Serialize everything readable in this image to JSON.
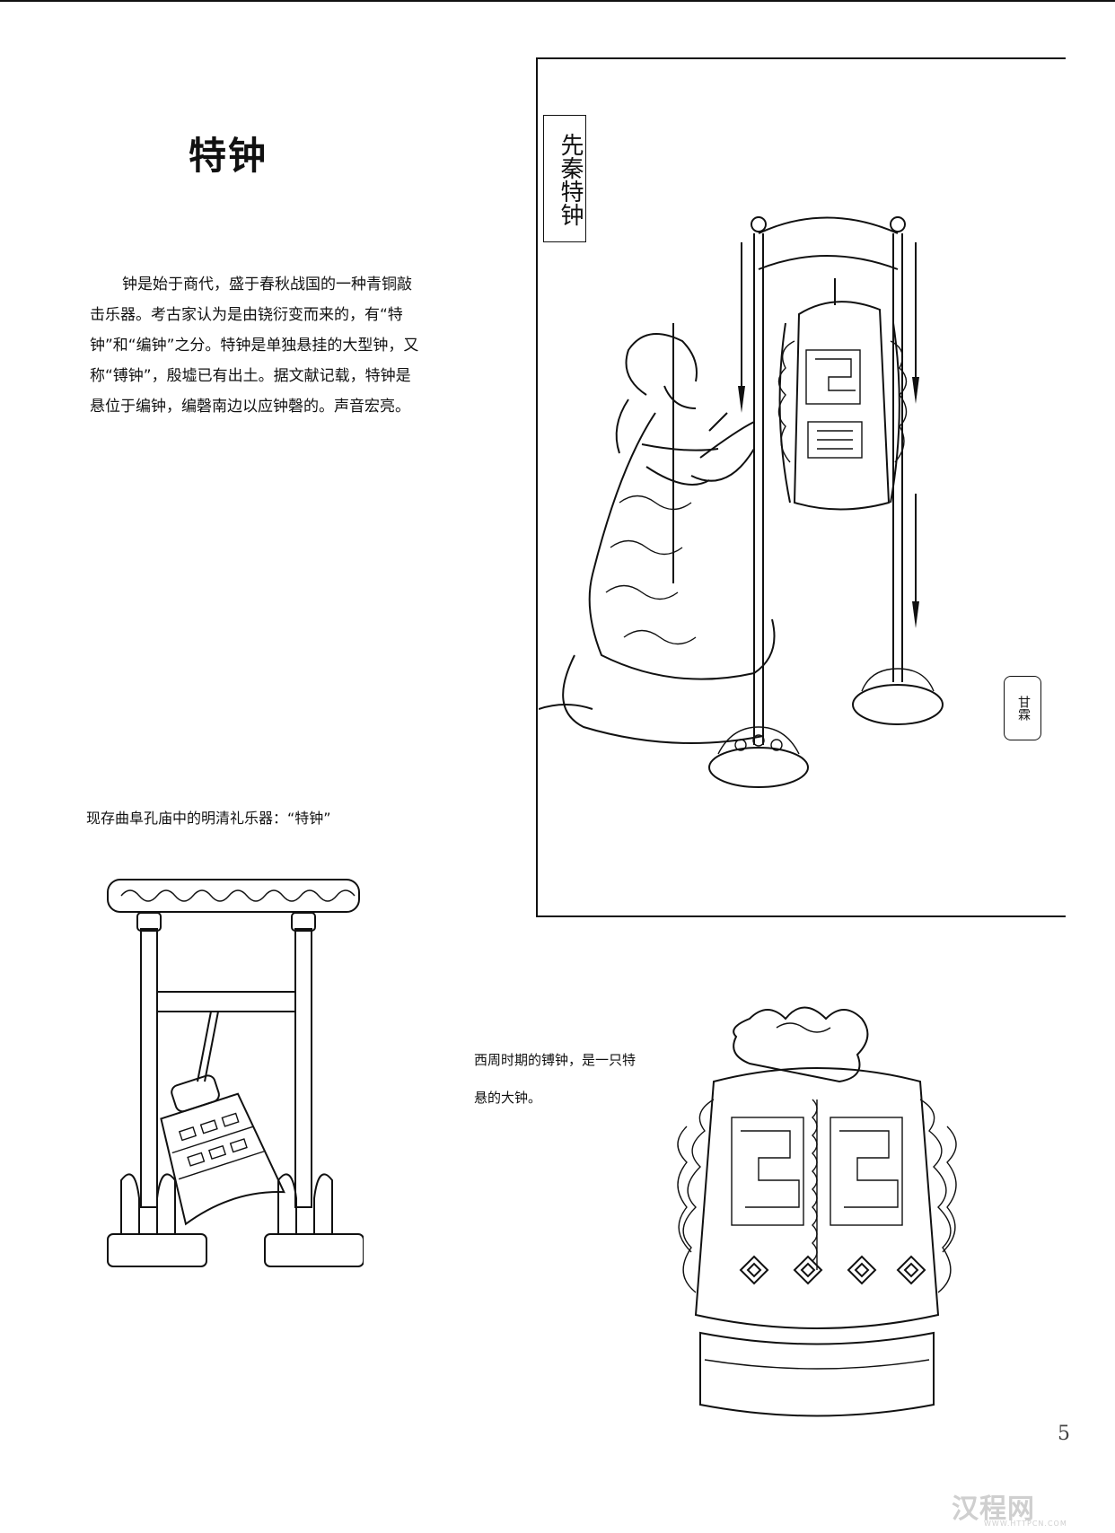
{
  "page": {
    "title": "特钟",
    "body_text": "钟是始于商代，盛于春秋战国的一种青铜敲击乐器。考古家认为是由铙衍变而来的，有“特钟”和“编钟”之分。特钟是单独悬挂的大型钟，又称“镈钟”，殷墟已有出土。据文献记载，特钟是悬位于编钟，编磬南边以应钟磬的。声音宏亮。",
    "caption_confucius_temple": "现存曲阜孔庙中的明清礼乐器：“特钟”",
    "caption_western_zhou": "西周时期的镈钟，是一只特悬的大钟。",
    "page_number": "5"
  },
  "illustration": {
    "seal_label": "先秦特钟",
    "artist_seal": "甘霖"
  },
  "watermark": {
    "text": "汉程网",
    "sub": "WWW.HTTPCN.COM"
  }
}
